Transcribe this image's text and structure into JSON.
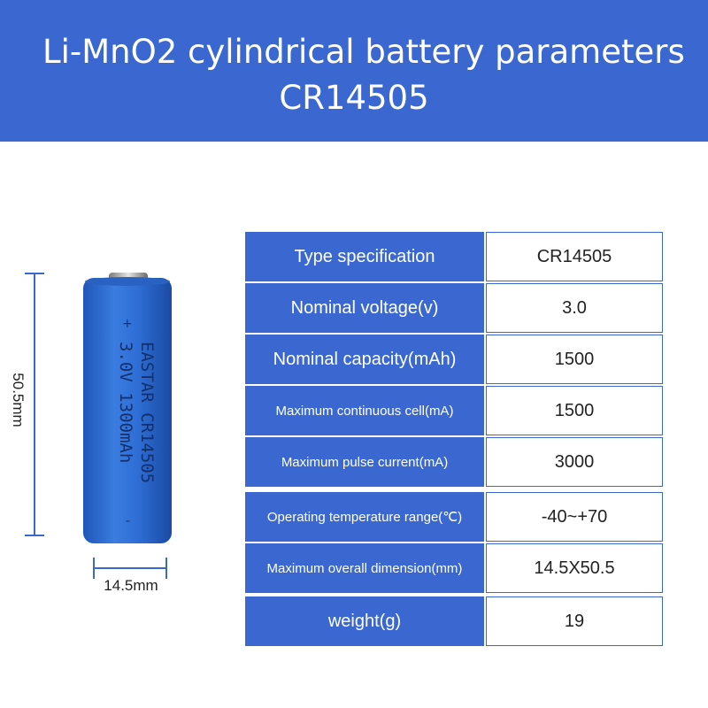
{
  "header": {
    "title_line1": "Li-MnO2 cylindrical battery parameters",
    "title_line2": "CR14505"
  },
  "illustration": {
    "height_label": "50.5mm",
    "width_label": "14.5mm",
    "battery_print": {
      "line1": "EASTAR CR14505",
      "line2": "3.0V 1300mAh",
      "plus": "+",
      "minus": "-"
    }
  },
  "colors": {
    "accent": "#3b68d0",
    "battery_body": "#2f6fd6"
  },
  "specs": [
    {
      "label": "Type specification",
      "value": "CR14505"
    },
    {
      "label": "Nominal voltage(v)",
      "value": "3.0"
    },
    {
      "label": "Nominal capacity(mAh)",
      "value": "1500"
    },
    {
      "label": "Maximum continuous cell(mA)",
      "value": "1500"
    },
    {
      "label": "Maximum pulse current(mA)",
      "value": "3000"
    },
    {
      "label": "Operating temperature range(℃)",
      "value": "-40~+70"
    },
    {
      "label": "Maximum overall dimension(mm)",
      "value": "14.5X50.5"
    },
    {
      "label": "weight(g)",
      "value": "19"
    }
  ]
}
